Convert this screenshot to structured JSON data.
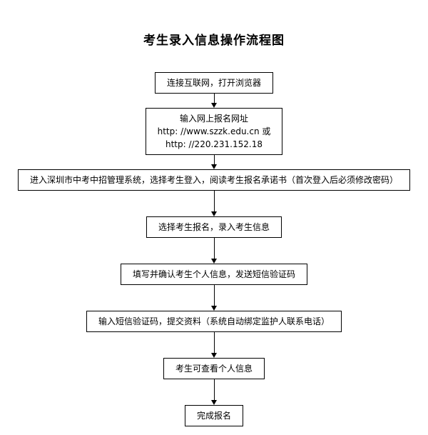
{
  "title": "考生录入信息操作流程图",
  "steps": [
    {
      "text": "连接互联网，打开浏览器"
    },
    {
      "text": "输入网上报名网址\nhttp:  //www.szzk.edu.cn 或\nhttp:  //220.231.152.18"
    },
    {
      "text": "进入深圳市中考中招管理系统，选择考生登入，阅读考生报名承诺书（首次登入后必须修改密码）"
    },
    {
      "text": "选择考生报名，录入考生信息"
    },
    {
      "text": "填写并确认考生个人信息，发送短信验证码"
    },
    {
      "text": "输入短信验证码，提交资料（系统自动绑定监护人联系电话）"
    },
    {
      "text": "考生可查看个人信息"
    },
    {
      "text": "完成报名"
    }
  ],
  "colors": {
    "background": "#ffffff",
    "line": "#000000",
    "text": "#000000"
  }
}
